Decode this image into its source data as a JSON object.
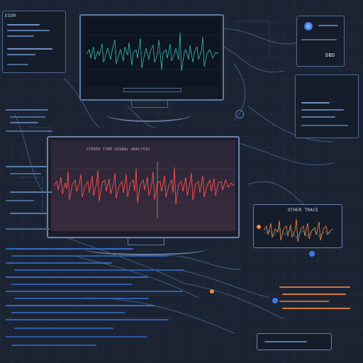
{
  "top_left_panel": {
    "title": "ESDR"
  },
  "left_monitor": {
    "caption": "STEREO TIME-SIGNAL ANALYSIS"
  },
  "right_analyzer": {
    "title": "OTHER TRACE"
  },
  "right_widget": {
    "label": "DBD"
  },
  "colors": {
    "background": "#1b2332",
    "panel_border": "#4d6a96",
    "teal_waveform": "#3fb8b0",
    "red_waveform": "#ff4e4e",
    "accent_orange": "#ff8a3d",
    "accent_blue": "#3b7be8"
  },
  "icons": [
    "monitor-icon",
    "oscilloscope-icon",
    "node-dot-icon",
    "cable-icon"
  ]
}
